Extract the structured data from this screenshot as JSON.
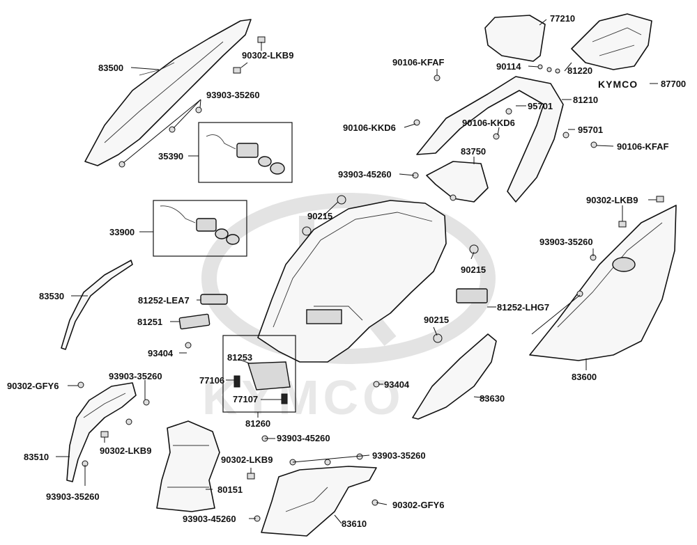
{
  "watermark": {
    "text": "KYMCO"
  },
  "brand_badge": {
    "text": "KYMCO"
  },
  "labels": {
    "p83500": "83500",
    "p90302_lkb9_a": "90302-LKB9",
    "p93903_35260_a": "93903-35260",
    "p35390": "35390",
    "p33900": "33900",
    "p83530": "83530",
    "p81252_lea7": "81252-LEA7",
    "p81251": "81251",
    "p93404_a": "93404",
    "p90302_gfy6_a": "90302-GFY6",
    "p93903_35260_b": "93903-35260",
    "p90302_lkb9_b": "90302-LKB9",
    "p83510": "83510",
    "p93903_35260_c": "93903-35260",
    "p81253": "81253",
    "p77106": "77106",
    "p77107": "77107",
    "p81260": "81260",
    "p93903_45260_a": "93903-45260",
    "p90302_lkb9_c": "90302-LKB9",
    "p80151": "80151",
    "p93903_45260_b": "93903-45260",
    "p93903_35260_d": "93903-35260",
    "p90302_gfy6_b": "90302-GFY6",
    "p83610": "83610",
    "p93404_b": "93404",
    "p83630": "83630",
    "p90215_a": "90215",
    "p90215_b": "90215",
    "p90215_c": "90215",
    "p93903_45260_c": "93903-45260",
    "p83750": "83750",
    "p90106_kfaf_a": "90106-KFAF",
    "p90114": "90114",
    "p77210": "77210",
    "p81220": "81220",
    "p87700": "87700",
    "p81210": "81210",
    "p95701_a": "95701",
    "p90106_kkd6_a": "90106-KKD6",
    "p90106_kkd6_b": "90106-KKD6",
    "p95701_b": "95701",
    "p90106_kfaf_b": "90106-KFAF",
    "p90302_lkb9_d": "90302-LKB9",
    "p93903_35260_e": "93903-35260",
    "p81252_lhg7": "81252-LHG7",
    "p83600": "83600"
  }
}
